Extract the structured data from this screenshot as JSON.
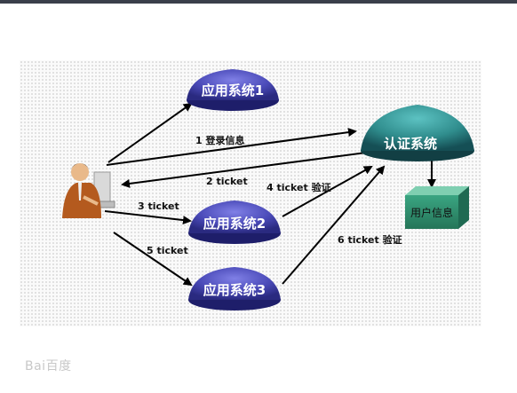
{
  "diagram": {
    "nodes": {
      "app1": "应用系统1",
      "app2": "应用系统2",
      "app3": "应用系统3",
      "auth": "认证系统",
      "userdata": "用户信息"
    },
    "edges": {
      "e1": "1 登录信息",
      "e2": "2 ticket",
      "e3": "3 ticket",
      "e4": "4 ticket 验证",
      "e5": "5 ticket",
      "e6": "6 ticket 验证"
    },
    "colors": {
      "app_fill": "#4a4ab8",
      "auth_fill": "#2f8c8c",
      "userdata_fill": "#2e8b6e",
      "arrow": "#000000"
    },
    "icons": {
      "user": "user-at-computer-icon"
    }
  },
  "watermark": "Bai百度"
}
